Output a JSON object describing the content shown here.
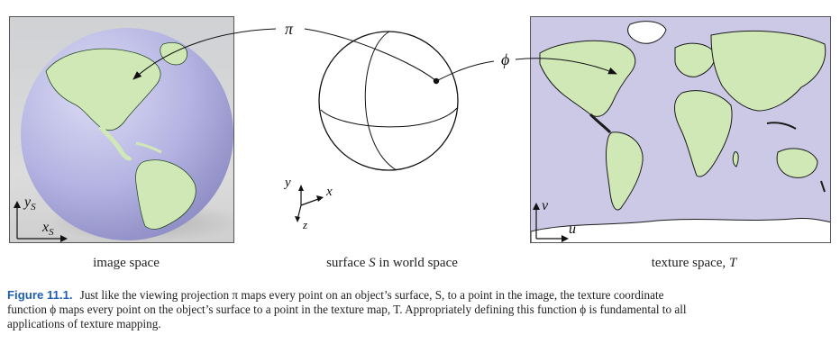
{
  "panels": {
    "image_space": {
      "label": "image space",
      "axis_x": "x",
      "axis_x_sub": "S",
      "axis_y": "y",
      "axis_y_sub": "S"
    },
    "world_space": {
      "label_pre": "surface ",
      "label_symbol": "S",
      "label_post": " in world space",
      "axis_x": "x",
      "axis_y": "y",
      "axis_z": "z"
    },
    "texture_space": {
      "label_pre": "texture space, ",
      "label_symbol": "T",
      "axis_u": "u",
      "axis_v": "v"
    }
  },
  "symbols": {
    "pi": "π",
    "phi": "ϕ"
  },
  "caption": {
    "figure_number": "Figure 11.1.",
    "text": "Just like the viewing projection π maps every point on an object’s surface, S, to a point in the image, the texture coordinate function ϕ maps every point on the object’s surface to a point in the texture map, T. Appropriately defining this function ϕ is fundamental to all applications of texture mapping."
  },
  "colors": {
    "ocean": "#b9b8e6",
    "land": "#cfe8b6",
    "coast": "#1b1b1b",
    "caption_blue": "#1f5fb5"
  }
}
